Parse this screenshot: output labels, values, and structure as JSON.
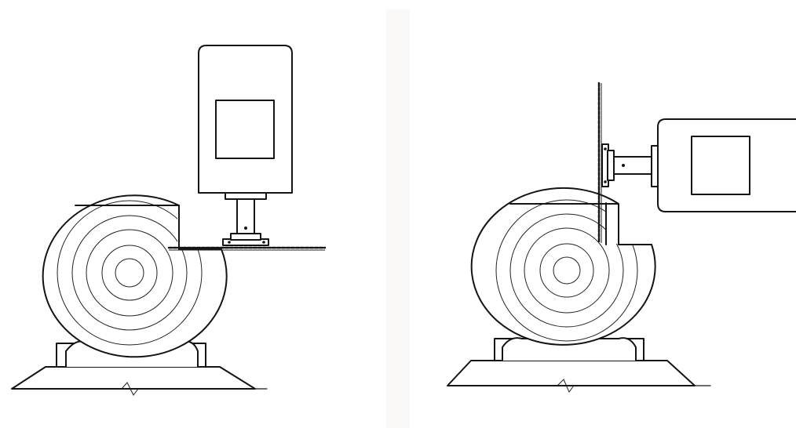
{
  "diagram": {
    "panels": [
      {
        "id": "left",
        "motor_orientation": "vertical",
        "saw_blade_orientation": "horizontal"
      },
      {
        "id": "right",
        "motor_orientation": "horizontal",
        "saw_blade_orientation": "vertical"
      }
    ],
    "colors": {
      "ink": "#141414",
      "divider": "#fbf8f8",
      "background": "#ffffff"
    }
  }
}
